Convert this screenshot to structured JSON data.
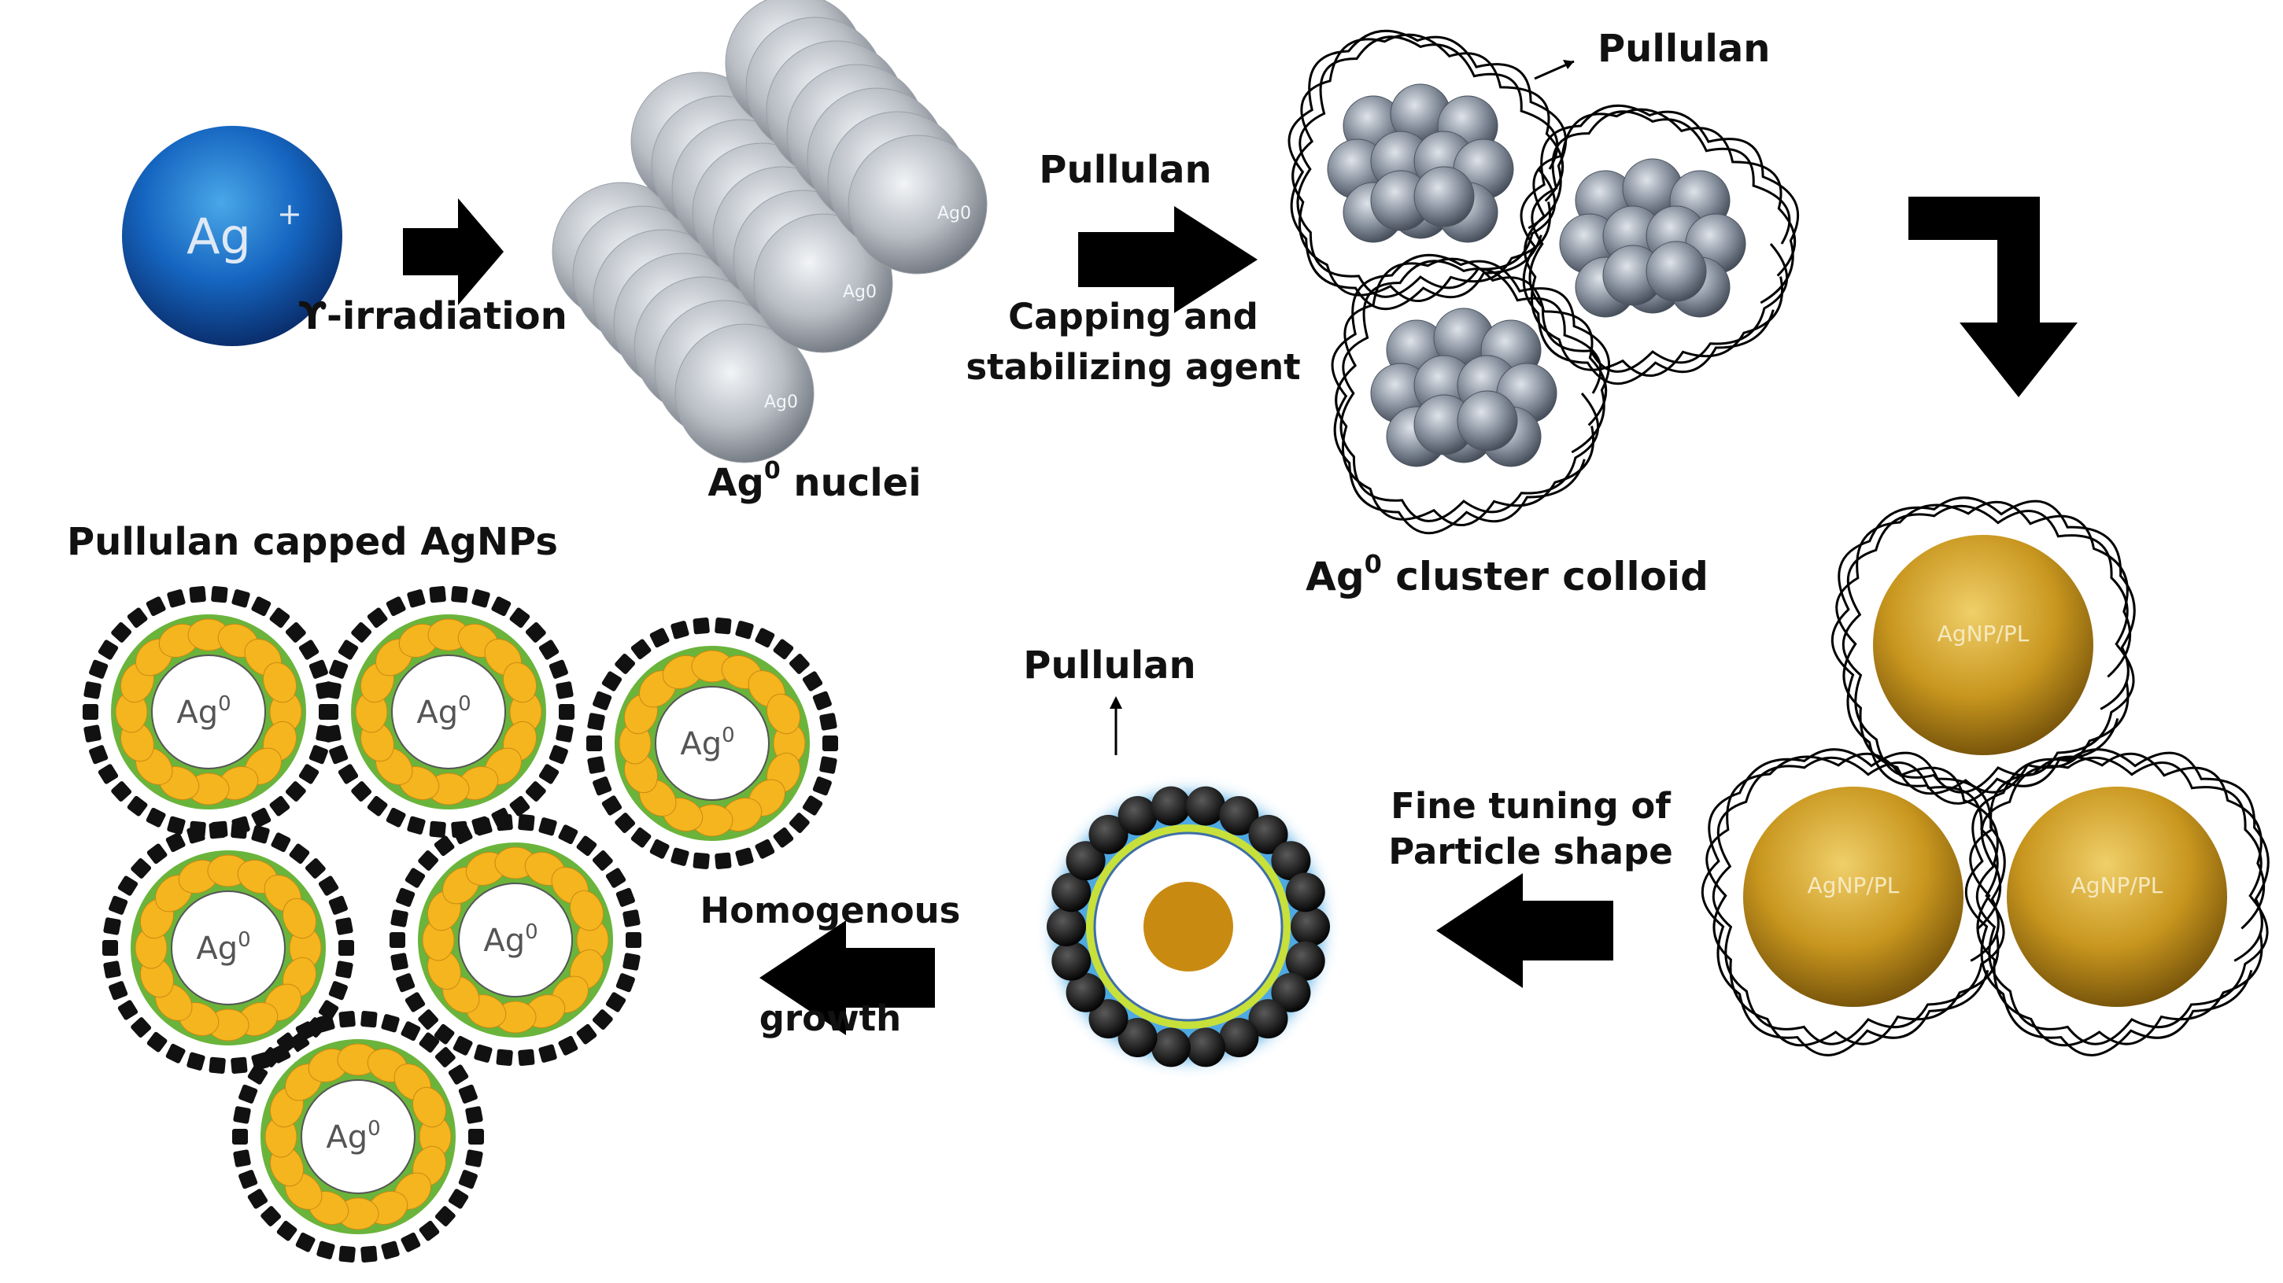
{
  "labels": {
    "irradiation": "ϒ-irradiation",
    "nuclei": "Ag",
    "nuclei_sup": "0",
    "nuclei_rest": " nuclei",
    "pullulan_top": "Pullulan",
    "pullulan_arrow": "Pullulan",
    "capping_line1": "Capping and",
    "capping_line2": "stabilizing agent",
    "cluster": "Ag",
    "cluster_sup": "0",
    "cluster_rest": " cluster colloid",
    "capped_title": "Pullulan capped AgNPs",
    "pullulan_core": "Pullulan",
    "fine_line1": "Fine tuning of",
    "fine_line2": "Particle shape",
    "homog_line1": "Homogenous",
    "homog_line2": "growth"
  },
  "ion": {
    "symbol": "Ag",
    "charge": "+"
  },
  "sphere_label": "Ag",
  "sphere_sup": "0",
  "gold_label": "AgNP/PL",
  "ag0_base": "Ag",
  "ag0_sup": "0",
  "colors": {
    "ion_blue": "#1565c0",
    "silver": "#9aa0a8",
    "gold": "#c8961e",
    "yellow": "#f5b51f",
    "green": "#6ab43b",
    "core": "#c98a12",
    "ring": "#c8e03a",
    "glow": "#3aa0e0"
  }
}
